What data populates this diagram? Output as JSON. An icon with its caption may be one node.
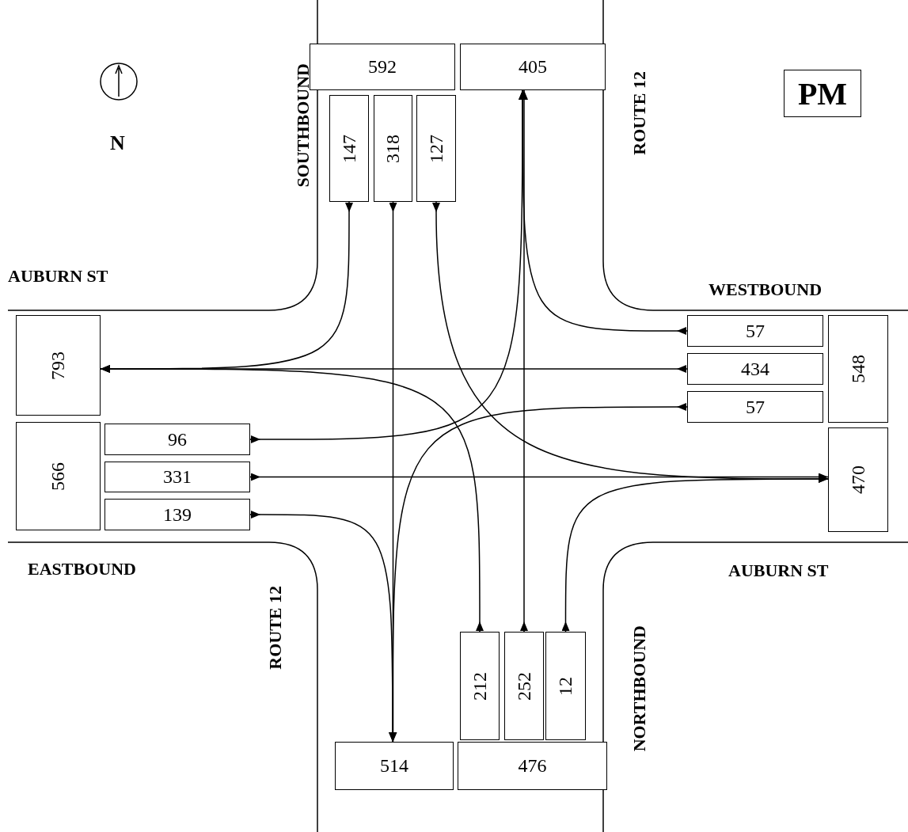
{
  "diagram": {
    "nodes": [
      {
        "text": [
          "592"
        ]
      },
      {
        "text": [
          "405"
        ]
      },
      {
        "text": [
          "PM"
        ]
      },
      {
        "text": [
          "147"
        ]
      },
      {
        "text": [
          "318"
        ]
      },
      {
        "text": [
          "127"
        ]
      },
      {
        "text": [
          "57"
        ]
      },
      {
        "text": [
          "793"
        ]
      },
      {
        "text": [
          "434"
        ]
      },
      {
        "text": [
          "548"
        ]
      },
      {
        "text": [
          "57"
        ]
      },
      {
        "text": [
          "96"
        ]
      },
      {
        "text": [
          "566"
        ]
      },
      {
        "text": [
          "331"
        ]
      },
      {
        "text": [
          "470"
        ]
      },
      {
        "text": [
          "139"
        ]
      },
      {
        "text": [
          "212"
        ]
      },
      {
        "text": [
          "252"
        ]
      },
      {
        "text": [
          "12"
        ]
      },
      {
        "text": [
          "514"
        ]
      },
      {
        "text": [
          "476"
        ]
      }
    ],
    "edges": [
      {
        "from": 3,
        "to": 7,
        "arrow": "to"
      },
      {
        "from": 4,
        "to": 19,
        "arrow": "to"
      },
      {
        "from": 5,
        "to": 14,
        "arrow": "to"
      },
      {
        "from": 6,
        "to": 1,
        "arrow": "to"
      },
      {
        "from": 8,
        "to": 7,
        "arrow": "to"
      },
      {
        "from": 10,
        "to": 19,
        "arrow": "to"
      },
      {
        "from": 11,
        "to": 1,
        "arrow": "to"
      },
      {
        "from": 13,
        "to": 14,
        "arrow": "to"
      },
      {
        "from": 15,
        "to": 19,
        "arrow": "to"
      },
      {
        "from": 16,
        "to": 7,
        "arrow": "to"
      },
      {
        "from": 17,
        "to": 1,
        "arrow": "to"
      },
      {
        "from": 18,
        "to": 14,
        "arrow": "to"
      }
    ],
    "labels": [
      "SOUTHBOUND",
      "ROUTE 12",
      "N",
      "AUBURN ST",
      "WESTBOUND",
      "EASTBOUND",
      "AUBURN ST",
      "ROUTE 12",
      "NORTHBOUND"
    ]
  }
}
